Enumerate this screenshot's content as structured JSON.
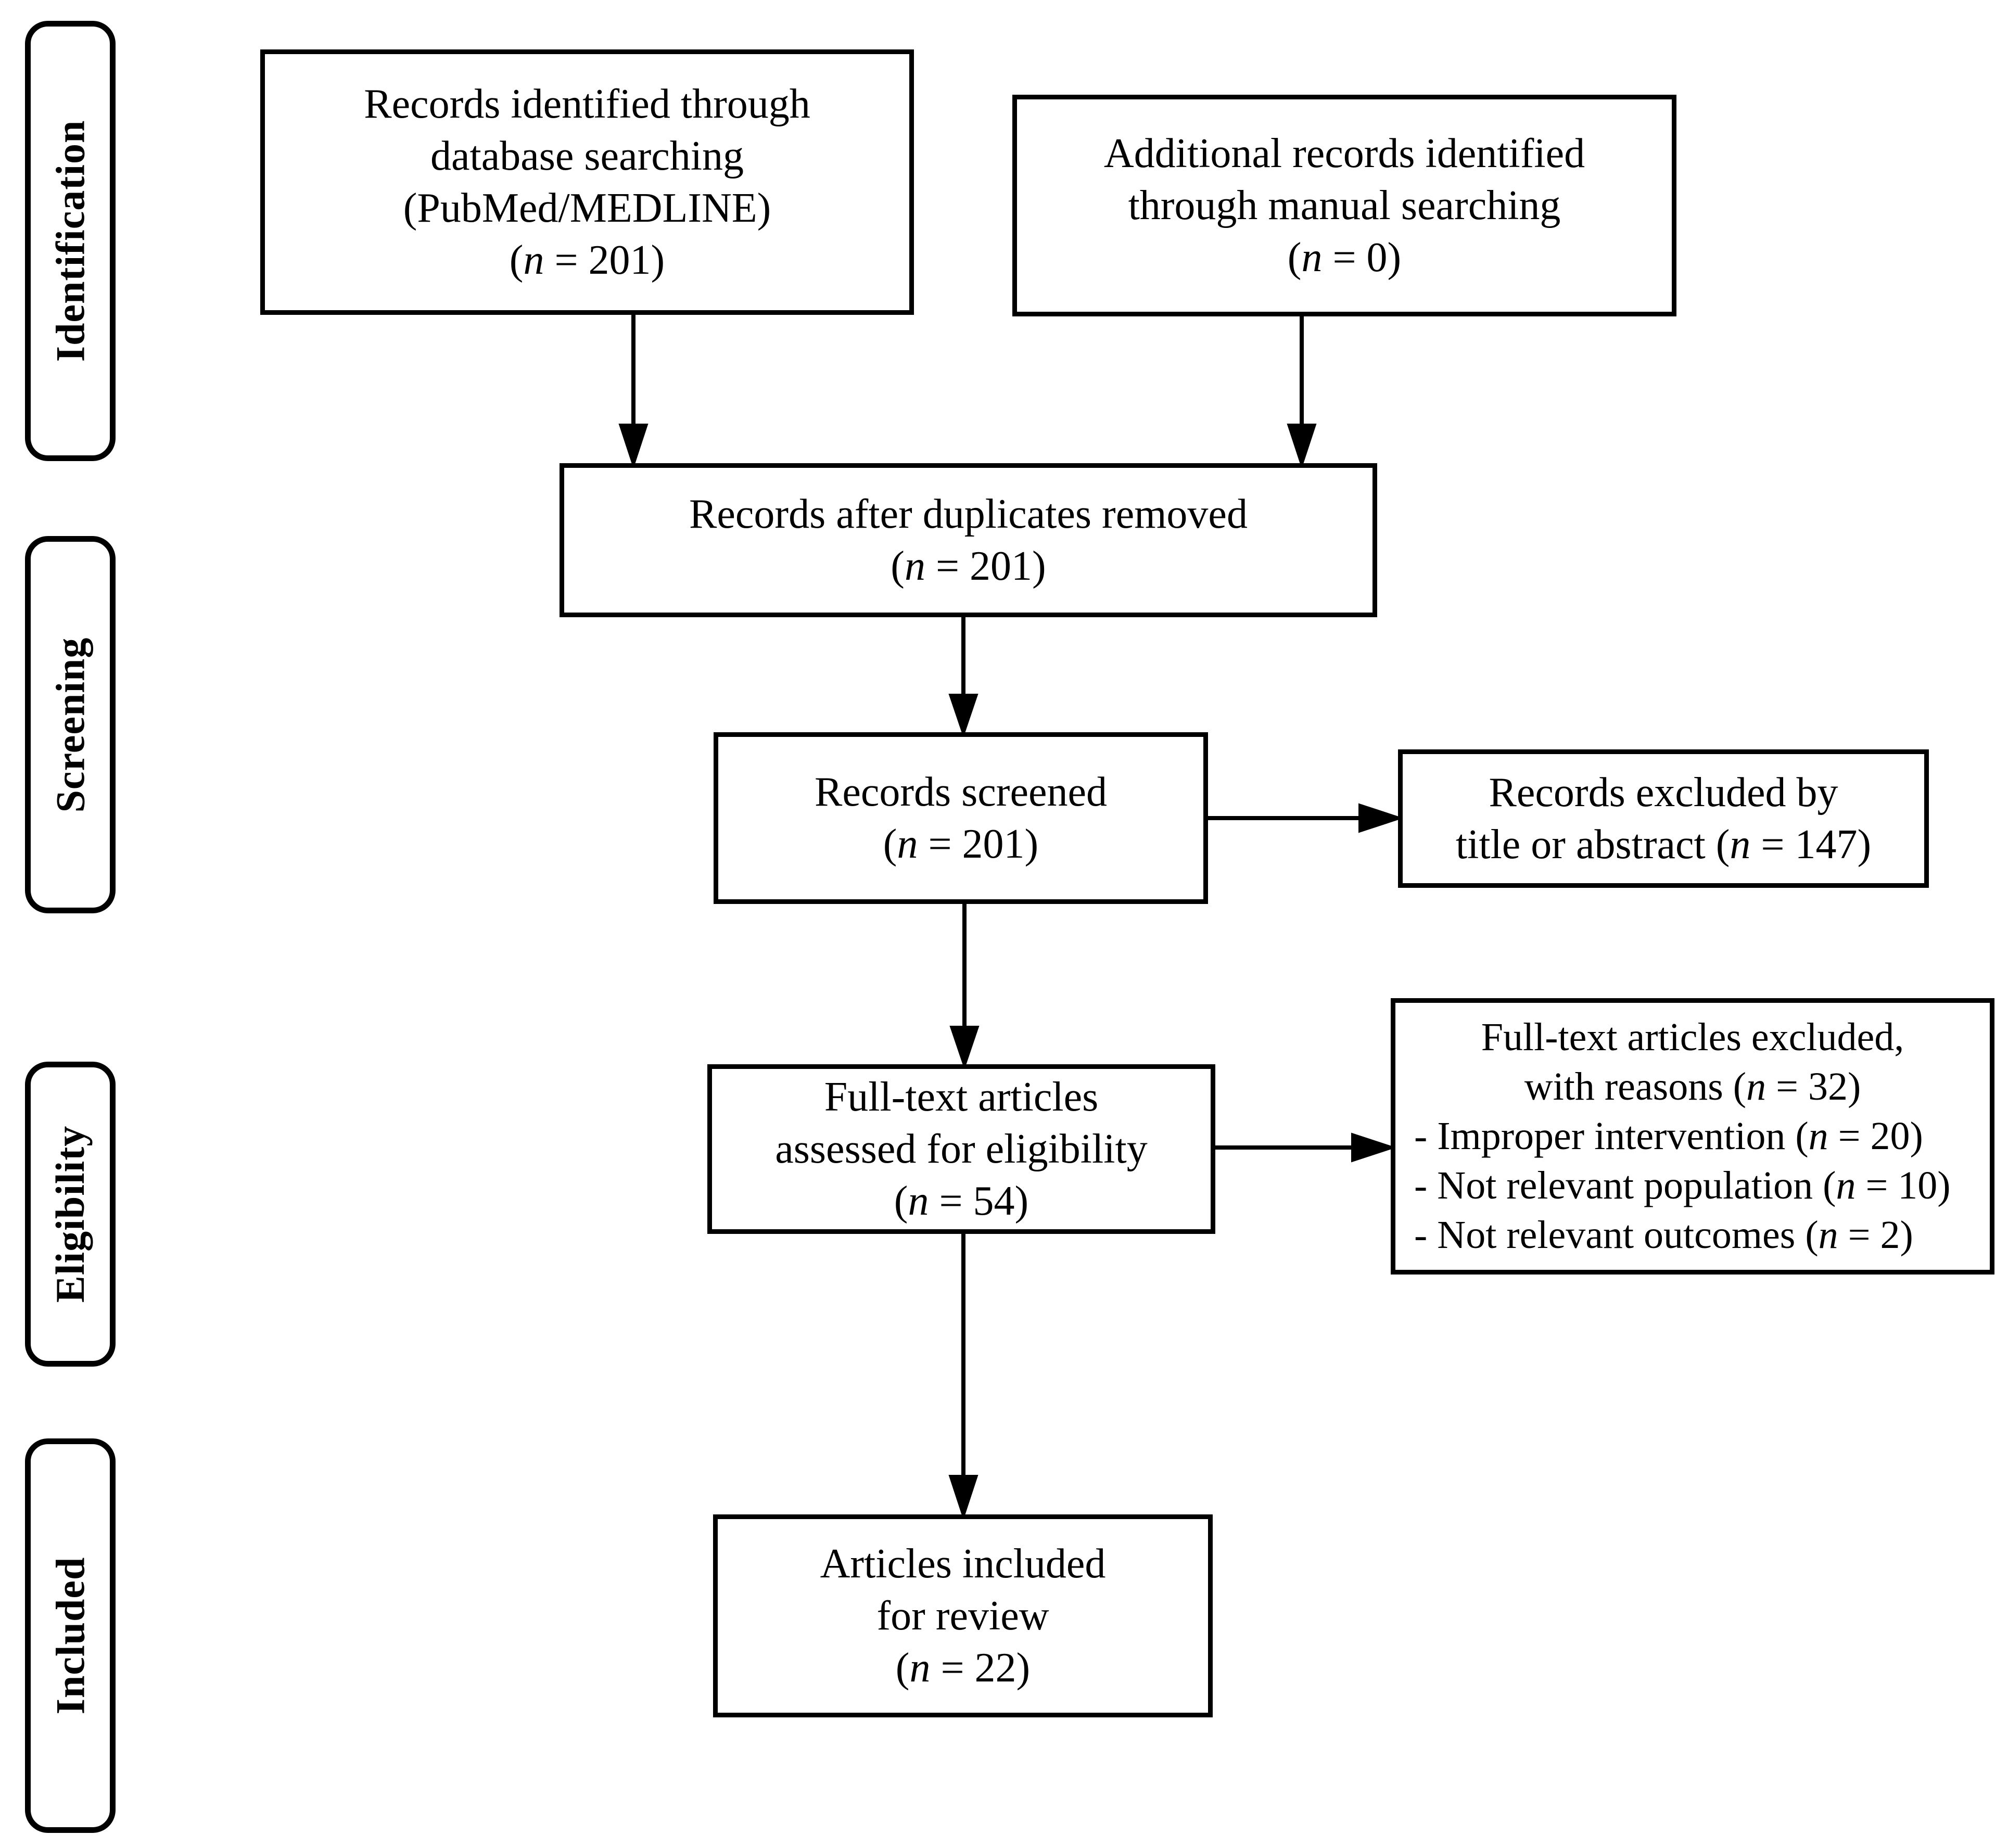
{
  "stages": [
    {
      "label": "Identification"
    },
    {
      "label": "Screening"
    },
    {
      "label": "Eligibility"
    },
    {
      "label": "Included"
    }
  ],
  "boxes": {
    "identified": {
      "lines": [
        "Records identified through",
        "database searching",
        "(PubMed/MEDLINE)",
        "(n = 201)"
      ]
    },
    "additional": {
      "lines": [
        "Additional records identified",
        "through manual searching",
        "(n = 0)"
      ]
    },
    "deduplicated": {
      "lines": [
        "Records after duplicates removed",
        "(n = 201)"
      ]
    },
    "screened": {
      "lines": [
        "Records screened",
        "(n = 201)"
      ]
    },
    "excluded_screening": {
      "lines": [
        "Records excluded by",
        "title or abstract (n = 147)"
      ]
    },
    "fulltext_assessed": {
      "lines": [
        "Full-text articles",
        "assessed for eligibility",
        "(n = 54)"
      ]
    },
    "fulltext_excluded": {
      "lines": [
        "Full-text articles excluded,",
        "with reasons (n = 32)",
        "- Improper intervention (n = 20)",
        "- Not relevant population (n = 10)",
        "- Not relevant outcomes (n = 2)"
      ]
    },
    "included_review": {
      "lines": [
        "Articles included",
        "for review",
        "(n = 22)"
      ]
    }
  }
}
